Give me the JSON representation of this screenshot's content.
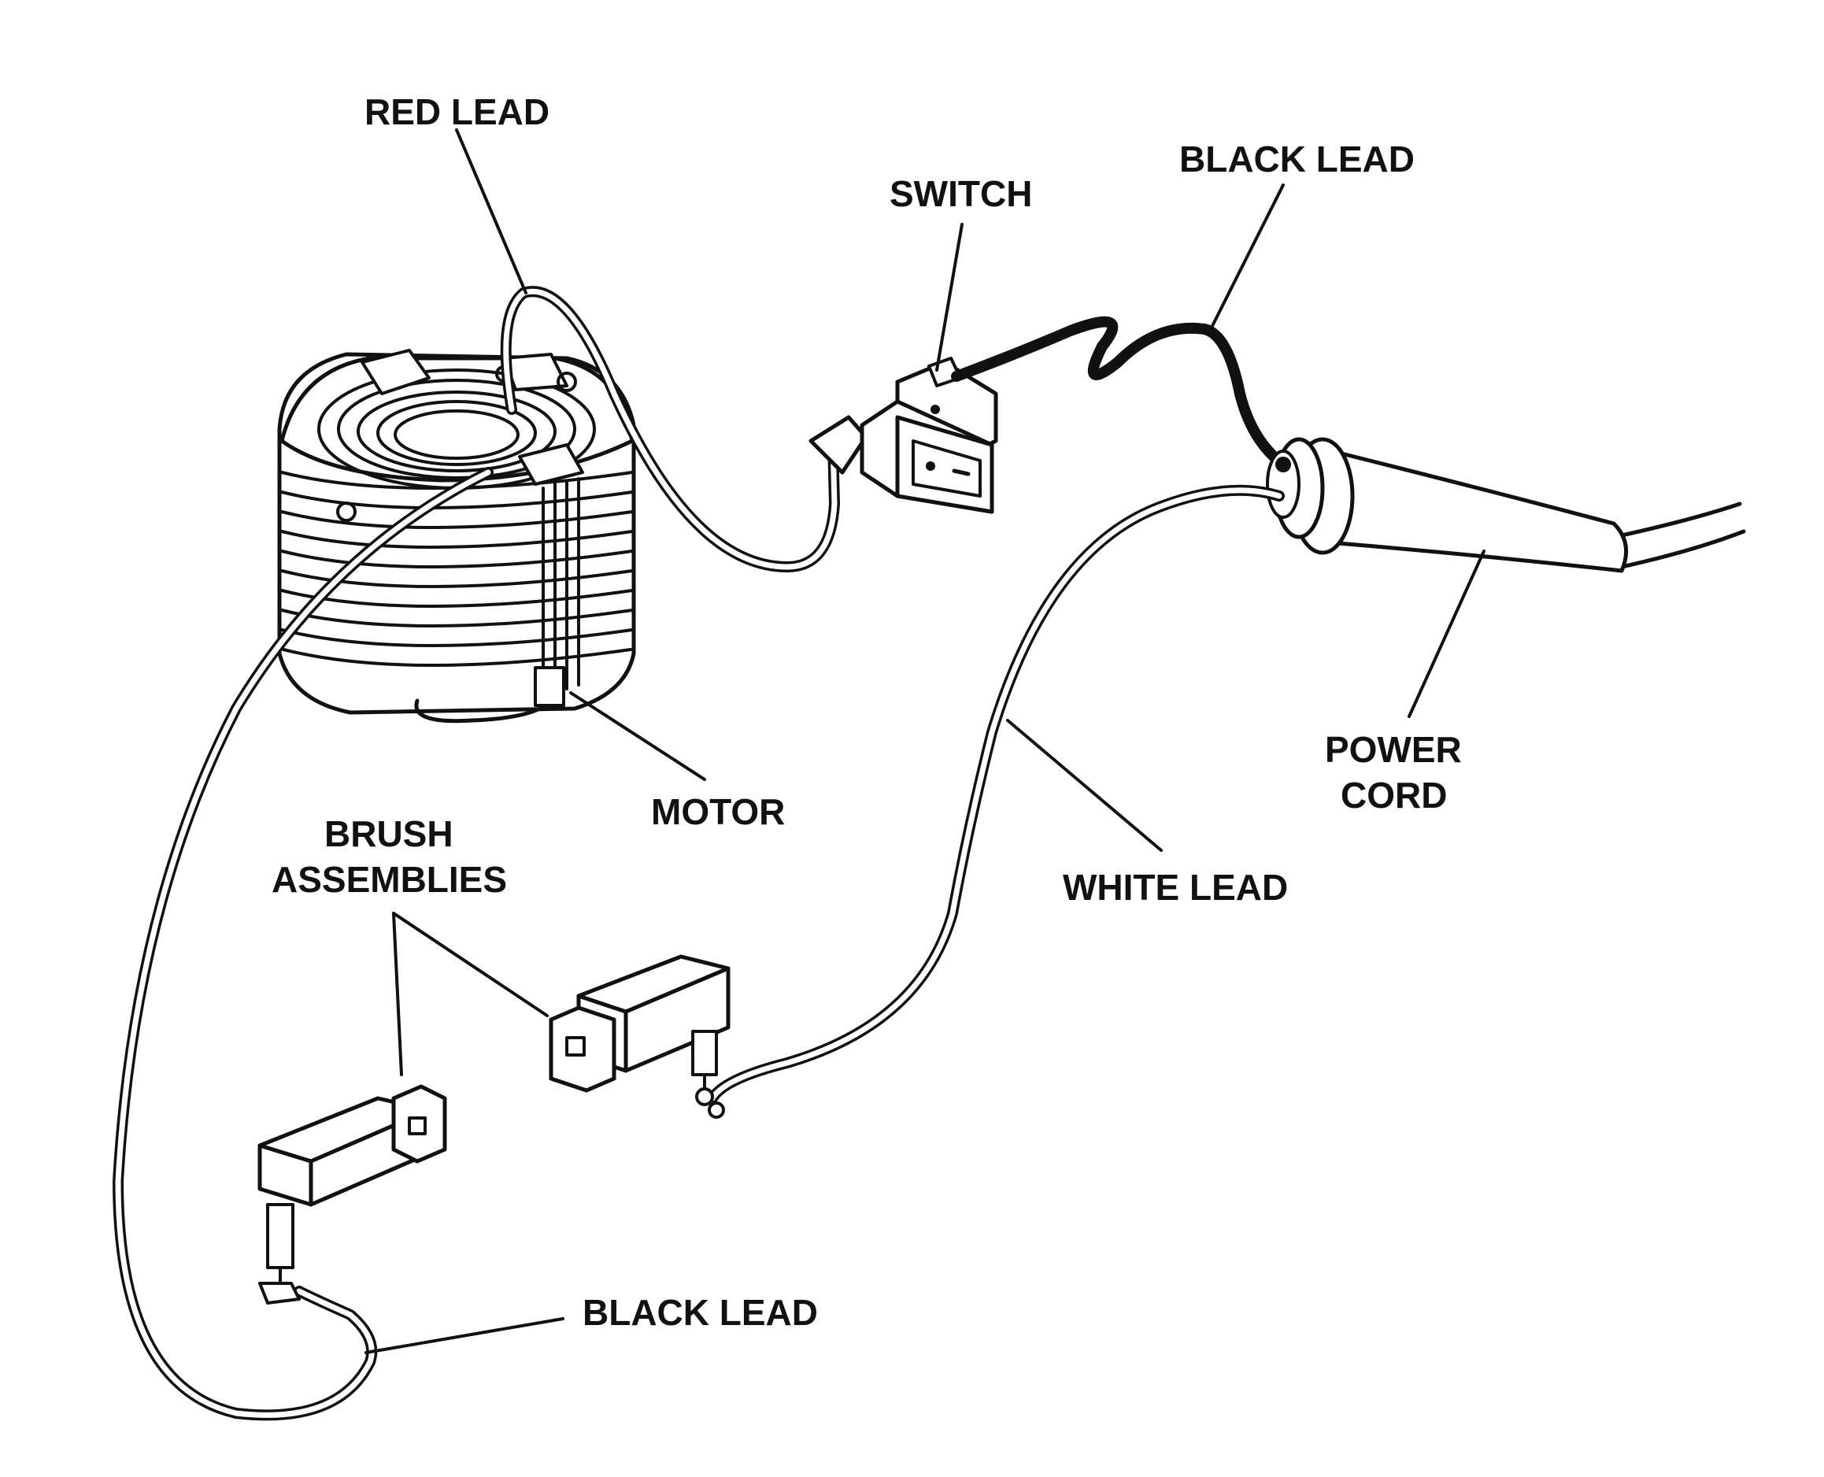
{
  "labels": {
    "red_lead": "RED LEAD",
    "switch": "SWITCH",
    "black_lead_top": "BLACK LEAD",
    "power_cord_1": "POWER",
    "power_cord_2": "CORD",
    "motor": "MOTOR",
    "brush_1": "BRUSH",
    "brush_2": "ASSEMBLIES",
    "white_lead": "WHITE LEAD",
    "black_lead_bottom": "BLACK LEAD"
  },
  "colors": {
    "ink": "#111111",
    "background": "#ffffff"
  }
}
